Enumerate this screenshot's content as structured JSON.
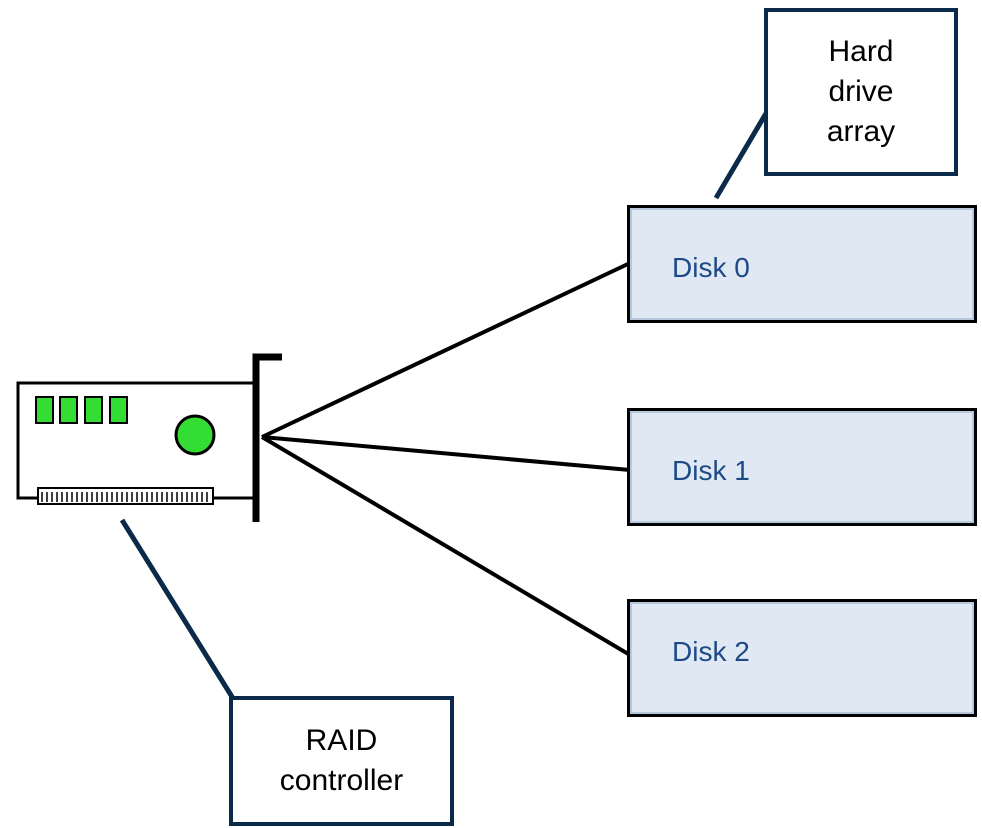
{
  "labels": {
    "array_line1": "Hard",
    "array_line2": "drive",
    "array_line3": "array",
    "controller_line1": "RAID",
    "controller_line2": "controller"
  },
  "disks": [
    {
      "label": "Disk 0"
    },
    {
      "label": "Disk 1"
    },
    {
      "label": "Disk 2"
    }
  ],
  "colors": {
    "callout_border": "#0b2a4a",
    "disk_fill": "#dfe8f3",
    "disk_text": "#1d4a86",
    "led_green": "#33dd33",
    "line": "#000000"
  },
  "icons": {
    "controller_card": "raid-controller-card-icon"
  }
}
